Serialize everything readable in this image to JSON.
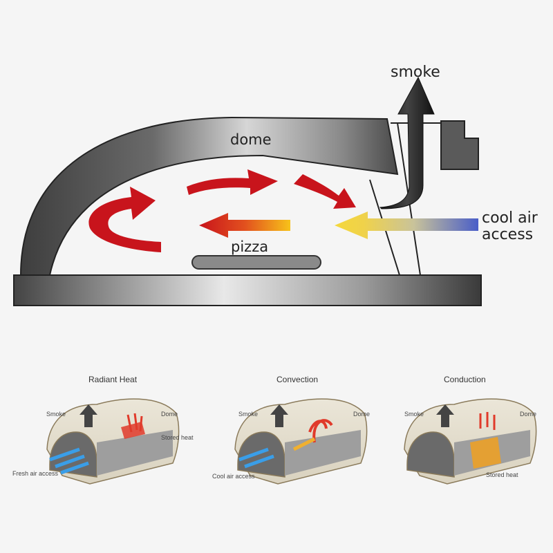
{
  "main_diagram": {
    "labels": {
      "smoke": "smoke",
      "dome": "dome",
      "cool_air_line1": "cool air",
      "cool_air_line2": "access",
      "pizza": "pizza"
    },
    "colors": {
      "heat_arrow": "#c8141c",
      "cool_air": "#4a5ec8",
      "warm_air": "#f0d24a",
      "metal": "#5a5a5a"
    }
  },
  "panels": [
    {
      "title": "Radiant Heat",
      "labels": {
        "smoke": "Smoke",
        "dome": "Dome",
        "extra": "Stored heat",
        "air": "Fresh air access"
      }
    },
    {
      "title": "Convection",
      "labels": {
        "smoke": "Smoke",
        "dome": "Dome",
        "air": "Cool air access"
      }
    },
    {
      "title": "Conduction",
      "labels": {
        "smoke": "Smoke",
        "dome": "Dome",
        "extra": "Stored heat"
      }
    }
  ]
}
